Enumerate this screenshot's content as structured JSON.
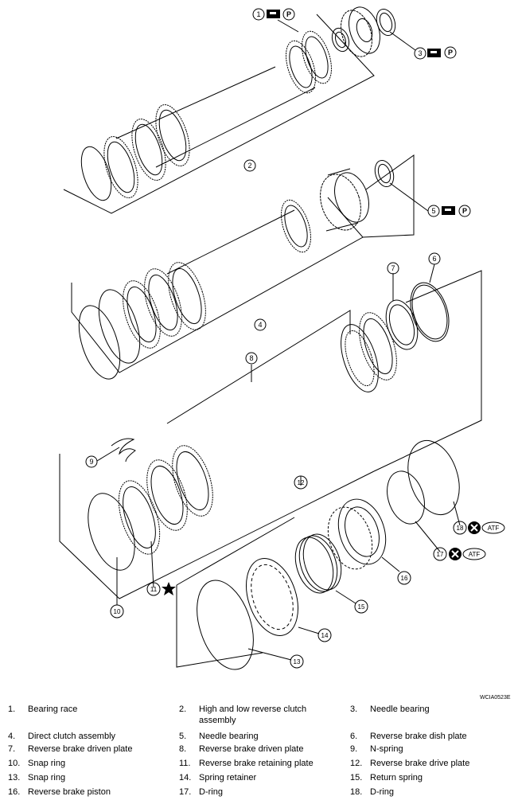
{
  "figure_id": "WCIA0523E",
  "callouts": [
    "1",
    "2",
    "3",
    "4",
    "5",
    "6",
    "7",
    "8",
    "9",
    "10",
    "11",
    "12",
    "13",
    "14",
    "15",
    "16",
    "17",
    "18"
  ],
  "symbols": {
    "p_label": "P",
    "atf_label": "ATF",
    "star_icon": "star-icon",
    "replace_icon": "x-circle-icon",
    "grease_icon": "petroleum-jelly-icon"
  },
  "legend": [
    {
      "num": "1.",
      "text": "Bearing race"
    },
    {
      "num": "2.",
      "text": "High and low reverse clutch assembly"
    },
    {
      "num": "3.",
      "text": "Needle bearing"
    },
    {
      "num": "4.",
      "text": "Direct clutch assembly"
    },
    {
      "num": "5.",
      "text": "Needle bearing"
    },
    {
      "num": "6.",
      "text": "Reverse brake dish plate"
    },
    {
      "num": "7.",
      "text": "Reverse brake driven plate"
    },
    {
      "num": "8.",
      "text": "Reverse brake driven plate"
    },
    {
      "num": "9.",
      "text": "N-spring"
    },
    {
      "num": "10.",
      "text": "Snap ring"
    },
    {
      "num": "11.",
      "text": "Reverse brake retaining plate"
    },
    {
      "num": "12.",
      "text": "Reverse brake drive plate"
    },
    {
      "num": "13.",
      "text": "Snap ring"
    },
    {
      "num": "14.",
      "text": "Spring retainer"
    },
    {
      "num": "15.",
      "text": "Return spring"
    },
    {
      "num": "16.",
      "text": "Reverse brake piston"
    },
    {
      "num": "17.",
      "text": "D-ring"
    },
    {
      "num": "18.",
      "text": "D-ring"
    }
  ]
}
